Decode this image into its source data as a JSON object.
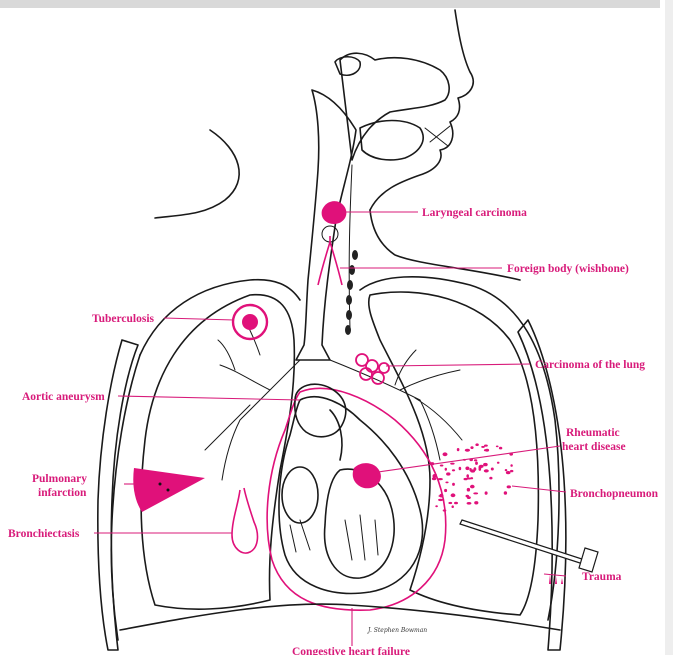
{
  "labels": {
    "laryngeal_carcinoma": "Laryngeal carcinoma",
    "foreign_body": "Foreign body (wishbone)",
    "tuberculosis": "Tuberculosis",
    "carcinoma_lung": "Carcinoma of the lung",
    "aortic_aneurysm": "Aortic aneurysm",
    "rheumatic_line1": "Rheumatic",
    "rheumatic_line2": "heart disease",
    "pulmonary_line1": "Pulmonary",
    "pulmonary_line2": "infarction",
    "bronchopneumonia": "Bronchopneumon",
    "bronchiectasis": "Bronchiectasis",
    "trauma": "Trauma",
    "congestive_heart_failure": "Congestive heart failure"
  },
  "colors": {
    "accent": "#d81b7a",
    "lesion": "#e0117a",
    "ink": "#1a1a1a",
    "background": "#ffffff"
  }
}
